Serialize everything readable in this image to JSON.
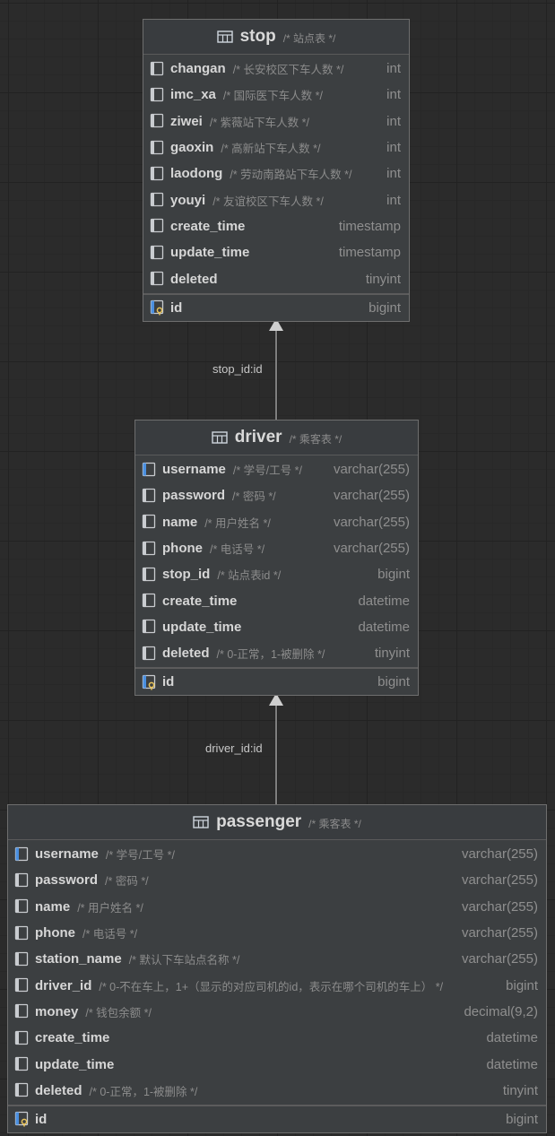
{
  "tables": {
    "stop": {
      "name": "stop",
      "comment": "/* 站点表 */",
      "columns": [
        {
          "name": "changan",
          "comment": "/* 长安校区下车人数 */",
          "type": "int"
        },
        {
          "name": "imc_xa",
          "comment": "/* 国际医下车人数 */",
          "type": "int"
        },
        {
          "name": "ziwei",
          "comment": "/* 紫薇站下车人数 */",
          "type": "int"
        },
        {
          "name": "gaoxin",
          "comment": "/* 高新站下车人数 */",
          "type": "int"
        },
        {
          "name": "laodong",
          "comment": "/* 劳动南路站下车人数 */",
          "type": "int"
        },
        {
          "name": "youyi",
          "comment": "/* 友谊校区下车人数 */",
          "type": "int"
        },
        {
          "name": "create_time",
          "comment": "",
          "type": "timestamp"
        },
        {
          "name": "update_time",
          "comment": "",
          "type": "timestamp"
        },
        {
          "name": "deleted",
          "comment": "",
          "type": "tinyint"
        }
      ],
      "pk": {
        "name": "id",
        "type": "bigint"
      }
    },
    "driver": {
      "name": "driver",
      "comment": "/* 乘客表 */",
      "columns": [
        {
          "name": "username",
          "comment": "/* 学号/工号 */",
          "type": "varchar(255)"
        },
        {
          "name": "password",
          "comment": "/* 密码 */",
          "type": "varchar(255)"
        },
        {
          "name": "name",
          "comment": "/* 用户姓名 */",
          "type": "varchar(255)"
        },
        {
          "name": "phone",
          "comment": "/* 电话号 */",
          "type": "varchar(255)"
        },
        {
          "name": "stop_id",
          "comment": "/* 站点表id */",
          "type": "bigint"
        },
        {
          "name": "create_time",
          "comment": "",
          "type": "datetime"
        },
        {
          "name": "update_time",
          "comment": "",
          "type": "datetime"
        },
        {
          "name": "deleted",
          "comment": "/* 0-正常，1-被删除 */",
          "type": "tinyint"
        }
      ],
      "pk": {
        "name": "id",
        "type": "bigint"
      }
    },
    "passenger": {
      "name": "passenger",
      "comment": "/* 乘客表 */",
      "columns": [
        {
          "name": "username",
          "comment": "/* 学号/工号 */",
          "type": "varchar(255)"
        },
        {
          "name": "password",
          "comment": "/* 密码 */",
          "type": "varchar(255)"
        },
        {
          "name": "name",
          "comment": "/* 用户姓名 */",
          "type": "varchar(255)"
        },
        {
          "name": "phone",
          "comment": "/* 电话号 */",
          "type": "varchar(255)"
        },
        {
          "name": "station_name",
          "comment": "/* 默认下车站点名称 */",
          "type": "varchar(255)"
        },
        {
          "name": "driver_id",
          "comment": "/* 0-不在车上，1+（显示的对应司机的id，表示在哪个司机的车上） */",
          "type": "bigint"
        },
        {
          "name": "money",
          "comment": "/* 钱包余额 */",
          "type": "decimal(9,2)"
        },
        {
          "name": "create_time",
          "comment": "",
          "type": "datetime"
        },
        {
          "name": "update_time",
          "comment": "",
          "type": "datetime"
        },
        {
          "name": "deleted",
          "comment": "/* 0-正常，1-被删除 */",
          "type": "tinyint"
        }
      ],
      "pk": {
        "name": "id",
        "type": "bigint"
      }
    }
  },
  "relations": {
    "driver_to_stop": "stop_id:id",
    "passenger_to_driver": "driver_id:id"
  },
  "colors": {
    "background": "#2b2b2b",
    "table_bg": "#3c3f41",
    "key_blue": "#4a8fe0",
    "key_gold": "#e8c35a"
  }
}
